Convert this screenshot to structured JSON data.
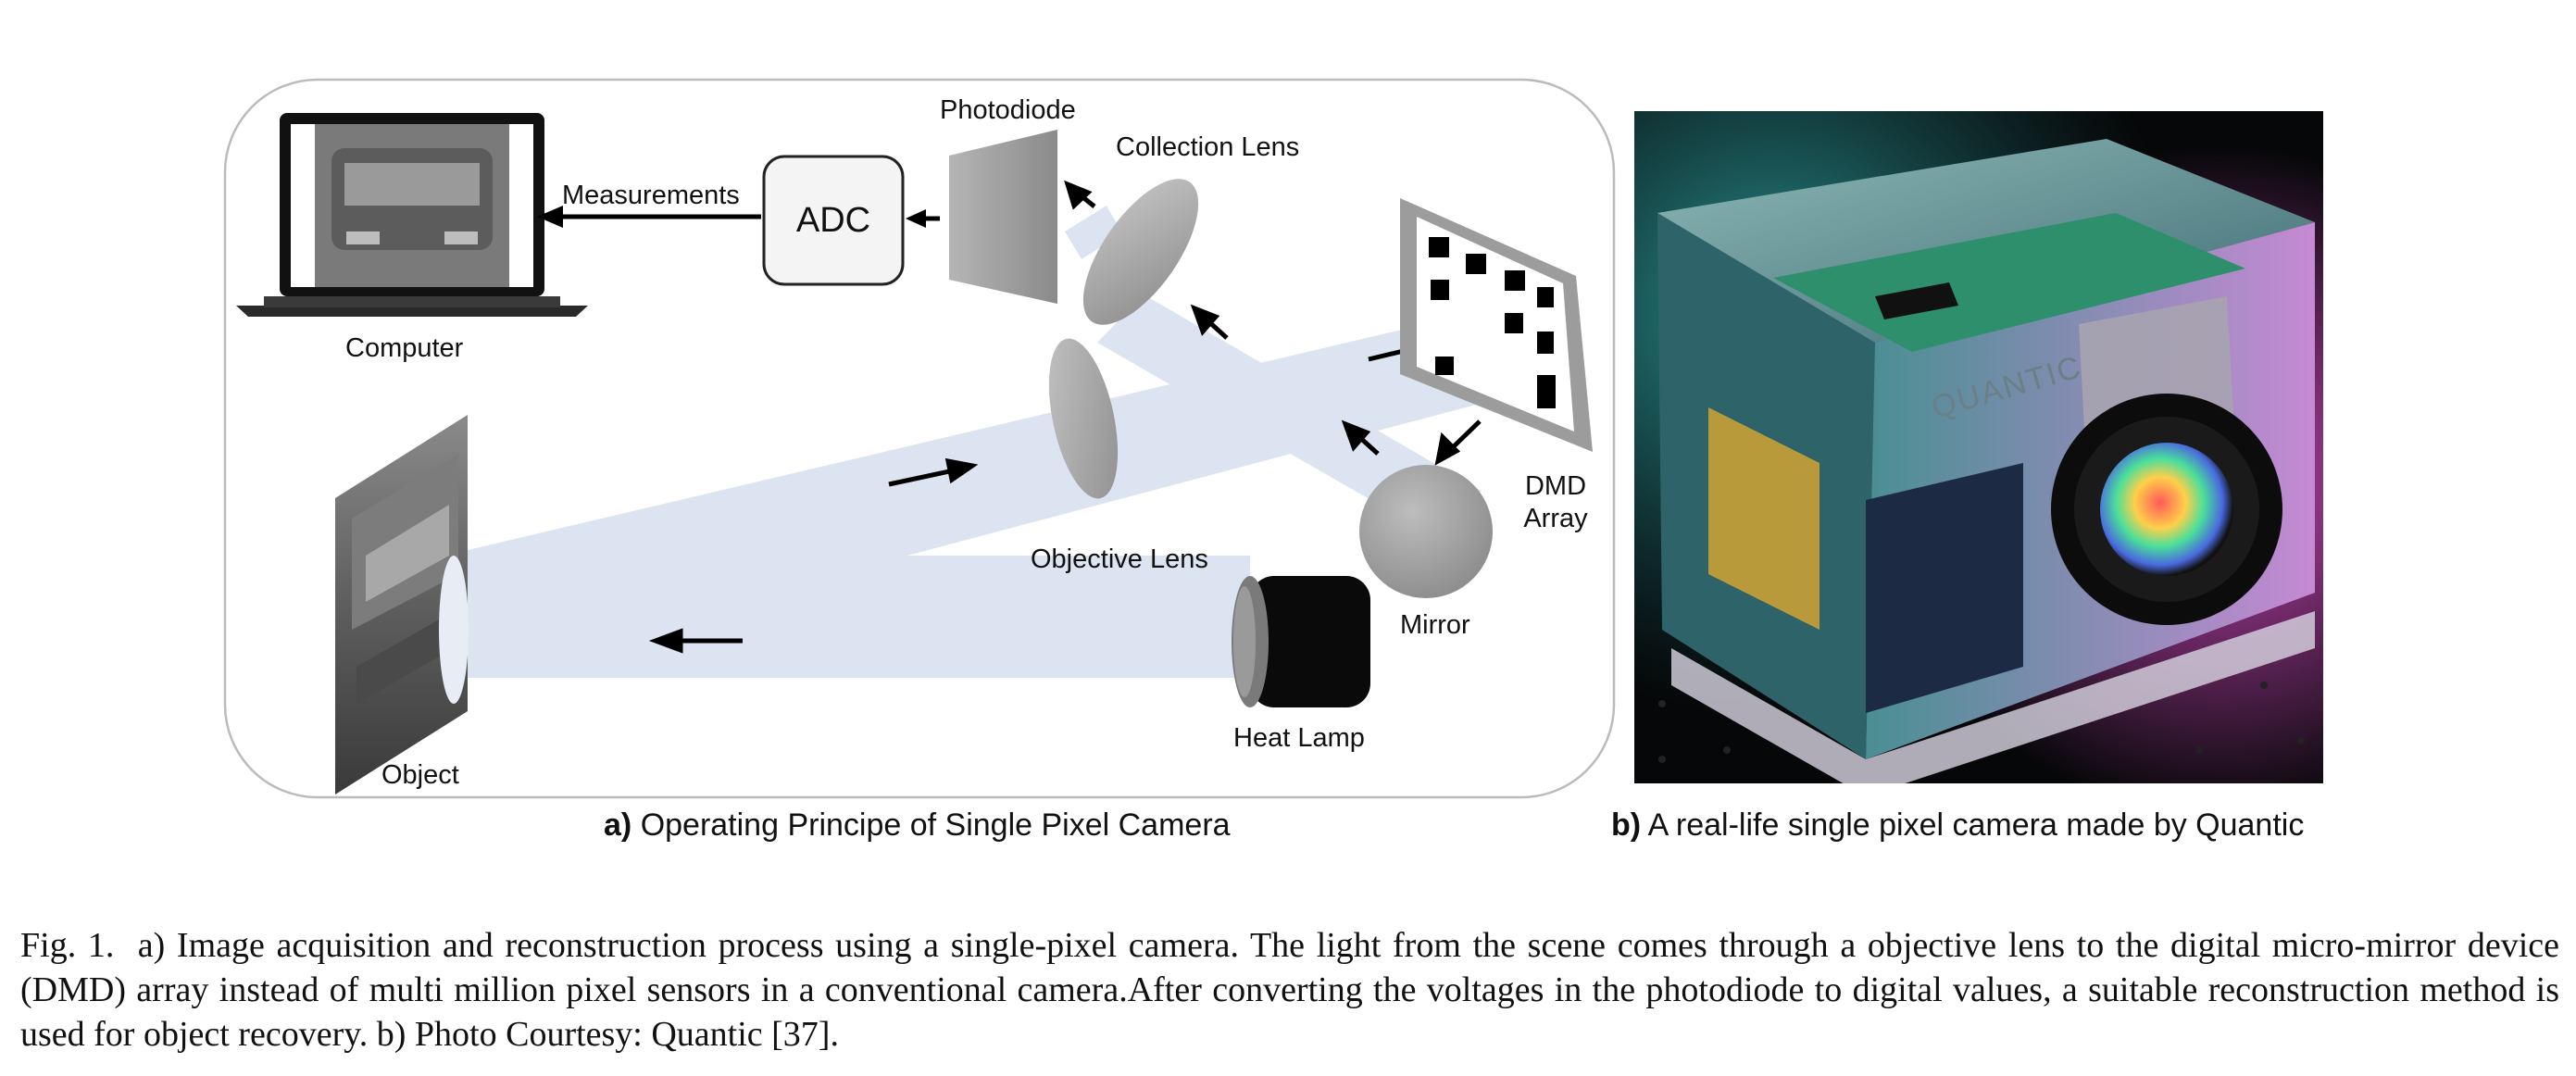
{
  "panel_a": {
    "labels": {
      "computer": "Computer",
      "measurements": "Measurements",
      "adc": "ADC",
      "photodiode": "Photodiode",
      "collection_lens": "Collection Lens",
      "dmd_line1": "DMD",
      "dmd_line2": "Array",
      "objective_lens": "Objective Lens",
      "mirror": "Mirror",
      "heat_lamp": "Heat Lamp",
      "object": "Object"
    },
    "caption_prefix": "a)",
    "caption_text": "Operating Principe of Single Pixel Camera"
  },
  "panel_b": {
    "photo_text": "QUANTIC",
    "caption_prefix": "b)",
    "caption_text": "A real-life single pixel camera made by Quantic"
  },
  "figure_caption": {
    "label": "Fig. 1.",
    "text": "a) Image acquisition and reconstruction process using a single-pixel camera. The light from the scene comes through a objective lens to the digital micro-mirror device (DMD) array instead of multi million pixel sensors in a conventional camera.After converting the voltages in the photodiode to digital values, a suitable reconstruction method is used for object recovery. b) Photo Courtesy: Quantic [37]."
  },
  "colors": {
    "beam": "#dde4f1",
    "lens": "#a9a9a9",
    "frame": "#bbbbbb"
  }
}
